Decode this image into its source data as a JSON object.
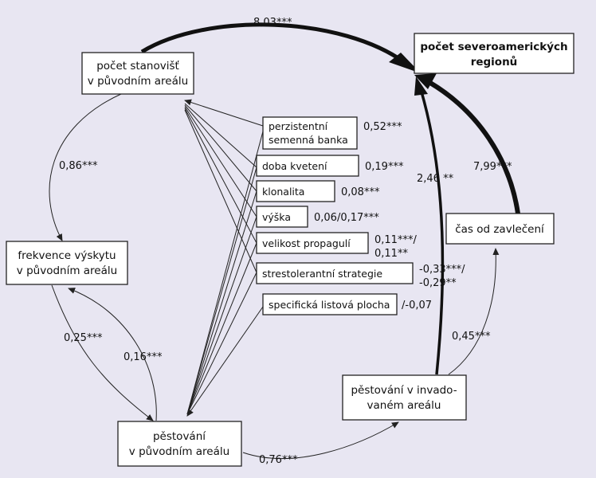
{
  "colors": {
    "background": "#e8e6f2",
    "box_fill": "#ffffff",
    "line": "#222222"
  },
  "nodes": {
    "pocet_stanovist": [
      "počet stanovišť",
      "v původním areálu"
    ],
    "pocet_regionu": [
      "počet severoamerických",
      "regionů"
    ],
    "frekvence": [
      "frekvence výskytu",
      "v původním areálu"
    ],
    "pestovani_puvodni": [
      "pěstování",
      "v původním areálu"
    ],
    "pestovani_invadovanem": [
      "pěstování v invado-",
      "vaném areálu"
    ],
    "cas_od_zavleceni": "čas od zavlečení"
  },
  "traits": [
    {
      "label": [
        "perzistentní",
        "semenná banka"
      ],
      "coef": [
        "0,52***"
      ]
    },
    {
      "label": [
        "doba kvetení"
      ],
      "coef": [
        "0,19***"
      ]
    },
    {
      "label": [
        "klonalita"
      ],
      "coef": [
        "0,08***"
      ]
    },
    {
      "label": [
        "výška"
      ],
      "coef": [
        "0,06/0,17***"
      ]
    },
    {
      "label": [
        "velikost propagulí"
      ],
      "coef": [
        "0,11***/",
        "0,11**"
      ]
    },
    {
      "label": [
        "strestolerantní strategie"
      ],
      "coef": [
        "-0,33***/",
        "-0,29**"
      ]
    },
    {
      "label": [
        "specifická listová plocha"
      ],
      "coef": [
        "/-0,07"
      ]
    }
  ],
  "coefficients": {
    "stanovist_to_regiony": "8,03***",
    "stanovist_to_frekvence": "0,86***",
    "frekvence_to_pestovani": "0,25***",
    "pestovani_to_frekvence": "0,16***",
    "pestovani_to_invadovanem": "0,76***",
    "invadovanem_to_regiony": "2,46 **",
    "cas_to_regiony": "7,99***",
    "invadovanem_to_cas": "0,45***"
  }
}
